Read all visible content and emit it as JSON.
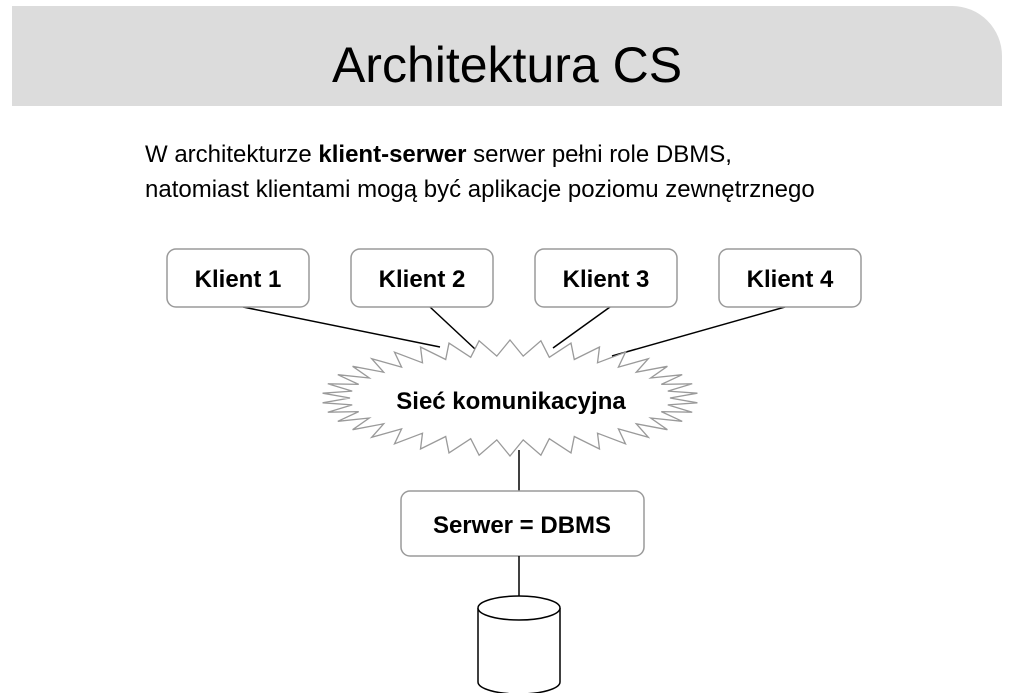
{
  "title": "Architektura CS",
  "intro": {
    "line1_prefix": "W architekturze ",
    "line1_bold": "klient-serwer",
    "line1_suffix": " serwer pełni role DBMS,",
    "line2": "natomiast klientami mogą być aplikacje poziomu zewnętrznego"
  },
  "diagram": {
    "clients": [
      "Klient 1",
      "Klient 2",
      "Klient 3",
      "Klient 4"
    ],
    "network_label": "Sieć komunikacyjna",
    "server_label": "Serwer = DBMS"
  }
}
